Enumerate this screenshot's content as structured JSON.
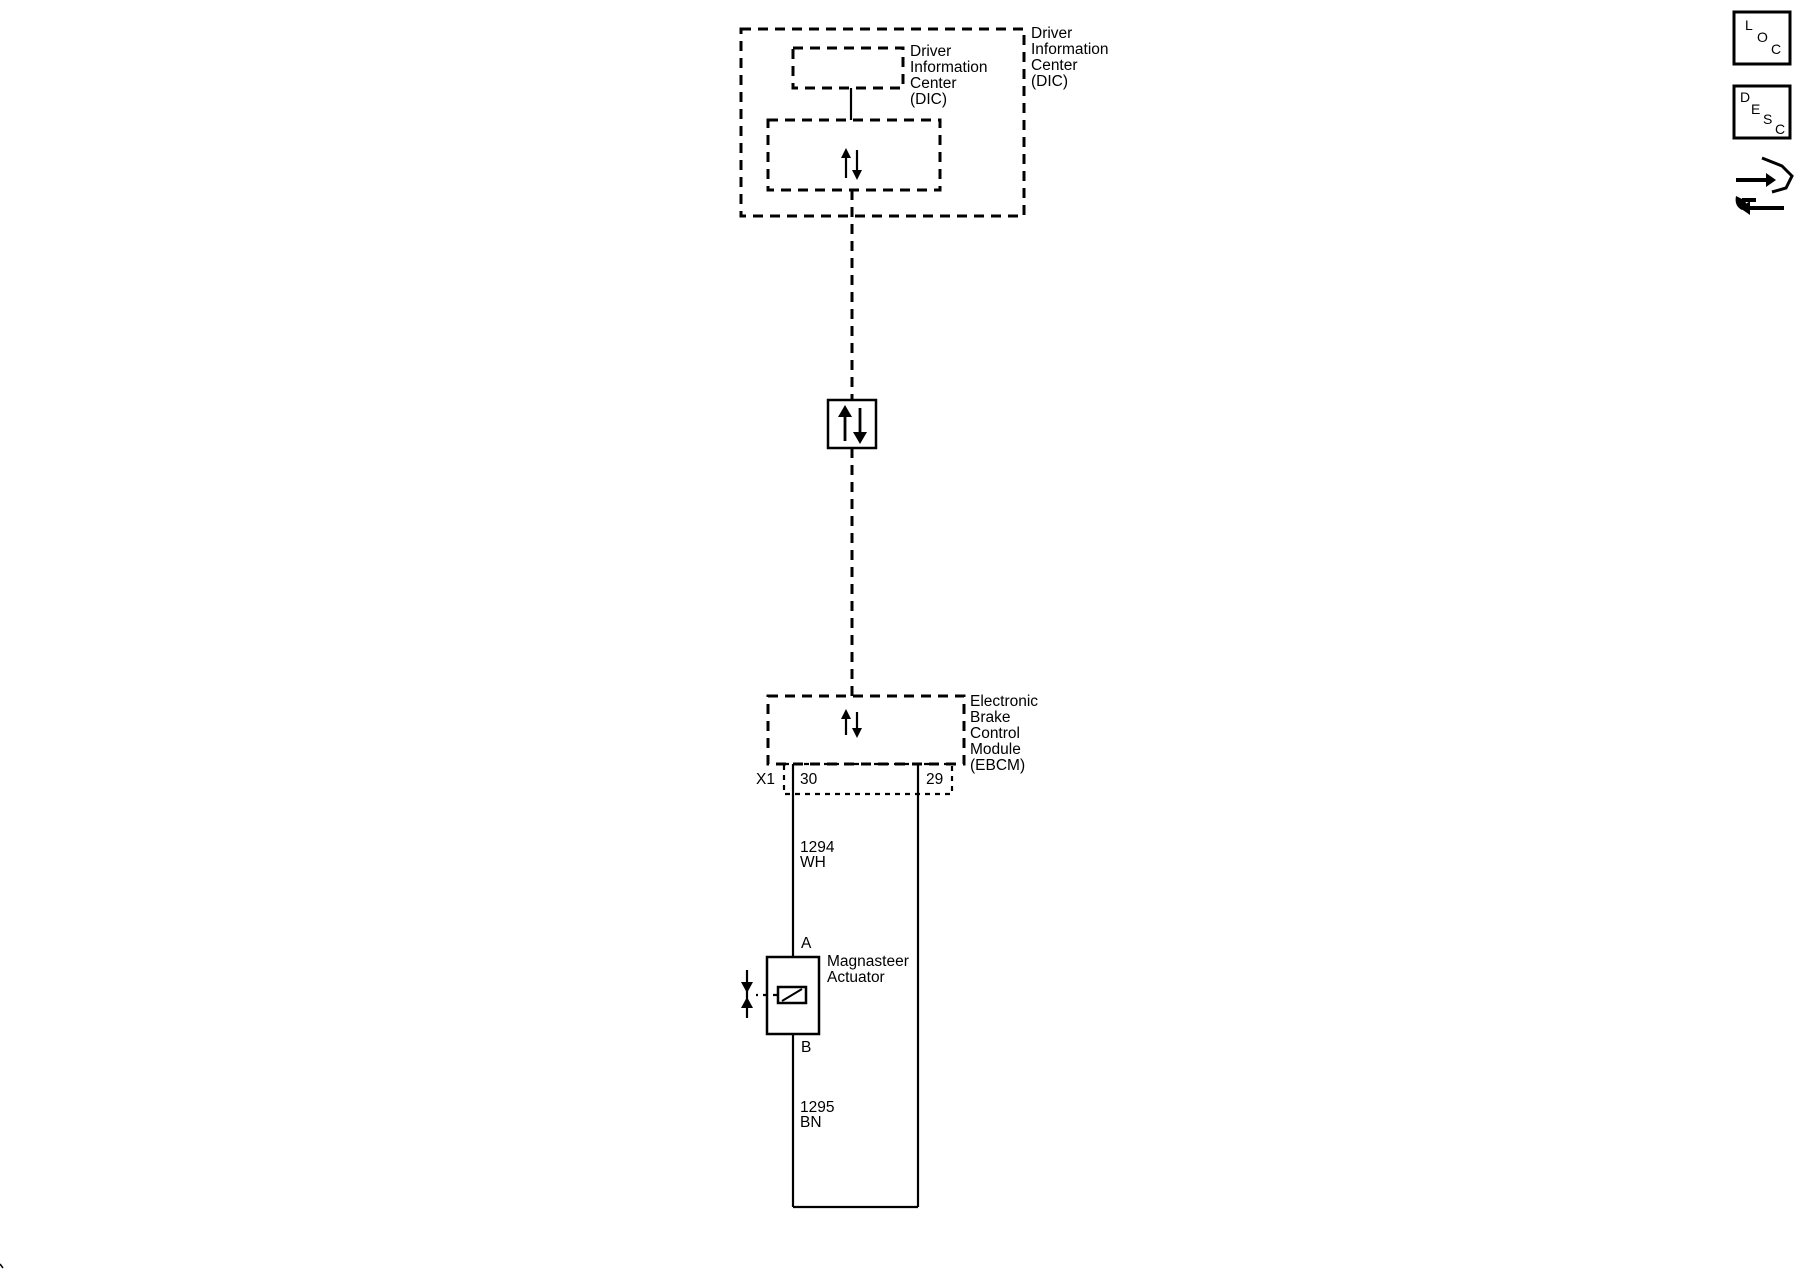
{
  "modules": {
    "dic_outer_label": [
      "Driver",
      "Information",
      "Center",
      "(DIC)"
    ],
    "dic_inner_label": [
      "Driver",
      "Information",
      "Center",
      "(DIC)"
    ],
    "ebcm_label": [
      "Electronic",
      "Brake",
      "Control",
      "Module",
      "(EBCM)"
    ]
  },
  "connector": {
    "name": "X1",
    "pin_left": "30",
    "pin_right": "29"
  },
  "circuits": {
    "upper": {
      "number": "1294",
      "color": "WH"
    },
    "lower": {
      "number": "1295",
      "color": "BN"
    }
  },
  "actuator": {
    "name_lines": [
      "Magnasteer",
      "Actuator"
    ],
    "terminal_a": "A",
    "terminal_b": "B"
  },
  "side_icons": {
    "loc": {
      "letters": [
        "L",
        "O",
        "C"
      ],
      "icon": "location-icon"
    },
    "desc": {
      "letters": [
        "D",
        "E",
        "S",
        "C"
      ],
      "icon": "description-icon"
    },
    "service": {
      "icon": "service-wrench-icon"
    }
  },
  "symbols": {
    "serial_data": "bidirectional-arrows-icon"
  }
}
